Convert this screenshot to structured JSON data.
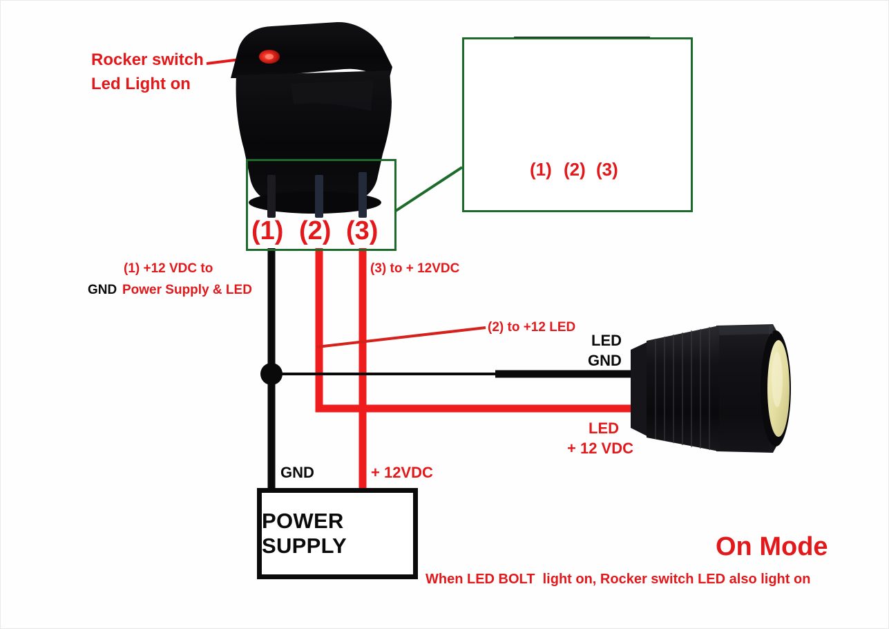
{
  "diagram": {
    "title_badge": "On Mode",
    "caption": "When LED BOLT  light on, Rocker switch LED also light on",
    "components": {
      "rocker_switch": "rocker-switch-photo",
      "led_bolt": "led-bolt-photo",
      "power_supply_label": "POWER SUPPLY",
      "inset_photo": "switch-terminals-closeup-photo"
    },
    "annotations": {
      "rocker_line1": "Rocker switch",
      "rocker_line2": "Led Light on",
      "terminal_1": "(1)",
      "terminal_2": "(2)",
      "terminal_3": "(3)",
      "inset_terminal_1": "(1)",
      "inset_terminal_2": "(2)",
      "inset_terminal_3": "(3)",
      "wire1_line1": "(1) +12 VDC to",
      "wire1_gnd": "GND",
      "wire1_line2": "Power Supply & LED",
      "wire3_label": "(3) to + 12VDC",
      "wire2_label": "(2) to +12 LED",
      "led_gnd_line1": "LED",
      "led_gnd_line2": "GND",
      "led_pos_line1": "LED",
      "led_pos_line2": "+ 12 VDC",
      "ps_gnd": "GND",
      "ps_vcc": "+ 12VDC"
    },
    "colors": {
      "red_wire": "#EE1C1C",
      "black_wire": "#0a0a0a",
      "text_red": "#E2181B",
      "text_black": "#0a0a0a",
      "green_box": "#1d6b2b",
      "led_lens": "#e8e3a8",
      "switch_body": "#0b0b0c",
      "background": "#fefefe"
    }
  }
}
